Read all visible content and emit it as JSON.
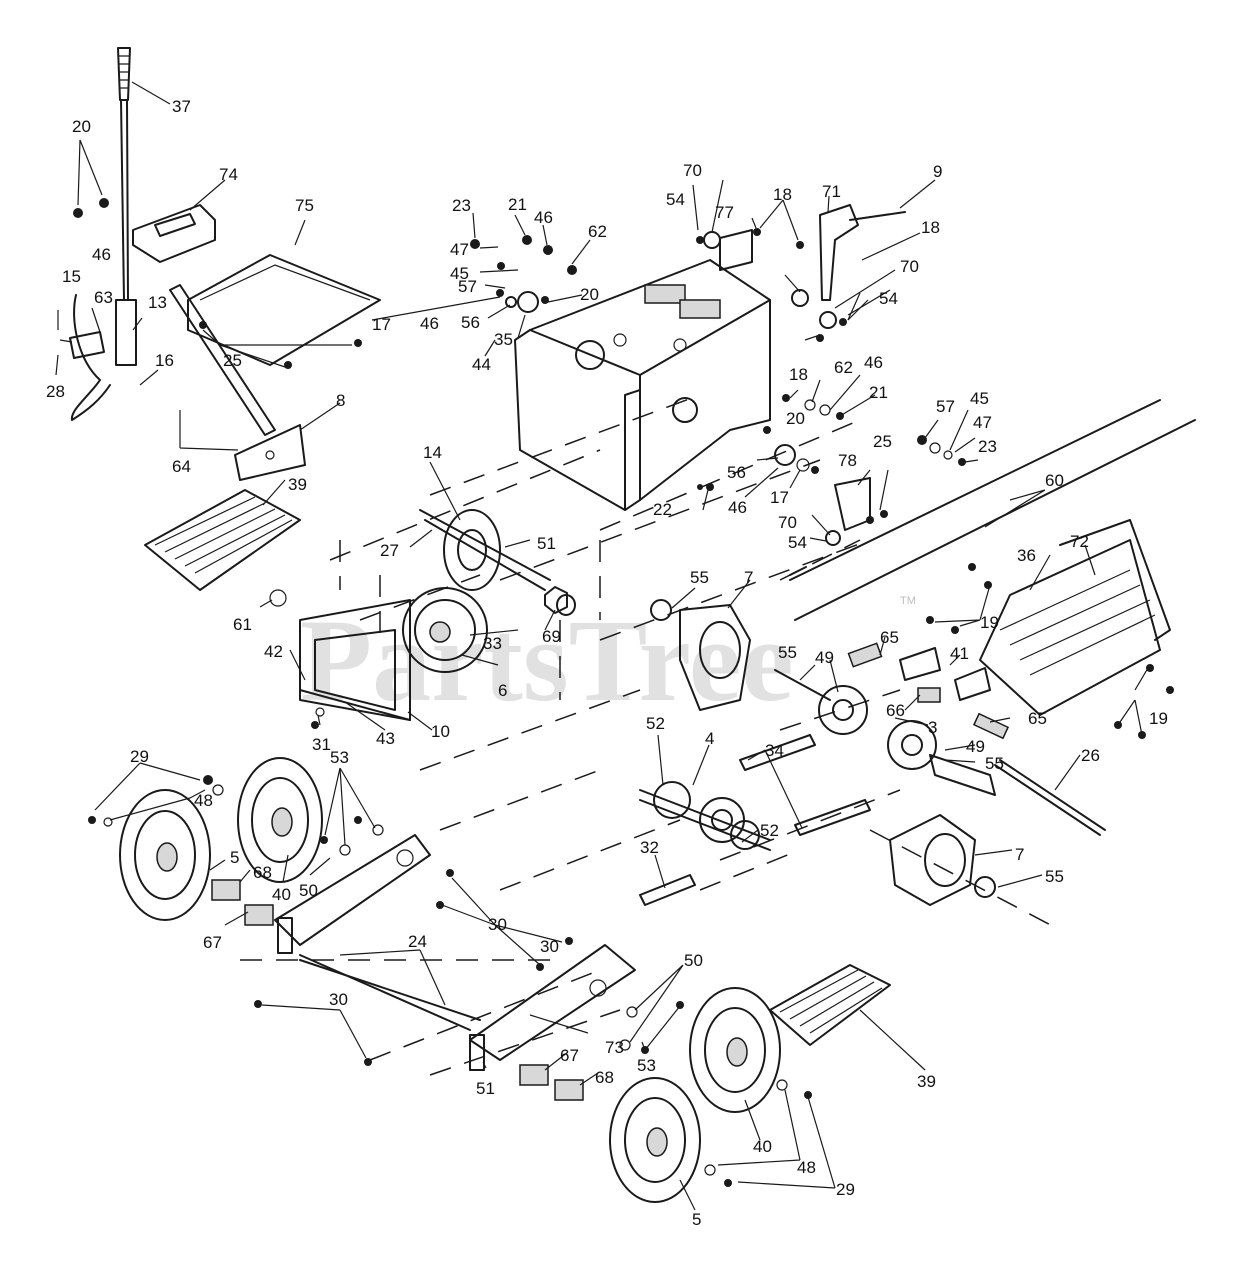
{
  "watermark": {
    "text": "PartsTree",
    "trademark": "TM"
  },
  "callouts": [
    "37",
    "20",
    "74",
    "75",
    "23",
    "21",
    "46",
    "62",
    "70",
    "54",
    "77",
    "18",
    "71",
    "9",
    "47",
    "45",
    "57",
    "46",
    "56",
    "35",
    "44",
    "20",
    "17",
    "15",
    "63",
    "13",
    "46",
    "28",
    "25",
    "16",
    "64",
    "8",
    "39",
    "14",
    "27",
    "51",
    "61",
    "42",
    "31",
    "43",
    "10",
    "6",
    "33",
    "69",
    "55",
    "7",
    "60",
    "36",
    "72",
    "78",
    "25",
    "70",
    "54",
    "22",
    "46",
    "17",
    "56",
    "62",
    "46",
    "21",
    "20",
    "57",
    "45",
    "47",
    "23",
    "18",
    "70",
    "54",
    "18",
    "65",
    "41",
    "19",
    "19",
    "66",
    "3",
    "65",
    "26",
    "55",
    "49",
    "49",
    "55",
    "52",
    "4",
    "34",
    "52",
    "29",
    "48",
    "5",
    "53",
    "68",
    "40",
    "50",
    "67",
    "30",
    "30",
    "24",
    "30",
    "50",
    "53",
    "73",
    "51",
    "67",
    "68",
    "39",
    "40",
    "48",
    "29",
    "5",
    "32",
    "7",
    "55"
  ],
  "colors": {
    "ink": "#1a1a1a",
    "background": "#ffffff",
    "watermark": "#c9c9c9"
  }
}
